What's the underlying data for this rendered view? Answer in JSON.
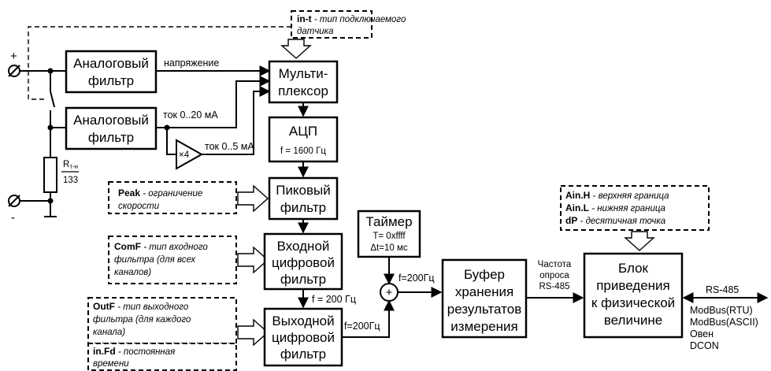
{
  "blocks": {
    "analog_filter_1": [
      "Аналоговый",
      "фильтр"
    ],
    "analog_filter_2": [
      "Аналоговый",
      "фильтр"
    ],
    "mux": [
      "Мульти-",
      "плексор"
    ],
    "adc": {
      "title": "АЦП",
      "freq": "f = 1600 Гц"
    },
    "peak_filter": [
      "Пиковый",
      "фильтр"
    ],
    "input_filter": [
      "Входной",
      "цифровой",
      "фильтр"
    ],
    "output_filter": [
      "Выходной",
      "цифровой",
      "фильтр"
    ],
    "timer": {
      "title": "Таймер",
      "t": "T= 0xffff",
      "dt": "Δt=10 мс"
    },
    "buffer": [
      "Буфер",
      "хранения",
      "результатов",
      "измерения"
    ],
    "scaling": [
      "Блок",
      "приведения",
      "к физической",
      "величине"
    ]
  },
  "params": {
    "int": {
      "code": "in-t",
      "desc1": " - тип подключаемого",
      "desc2": "датчика"
    },
    "peak": {
      "code": "Peak",
      "desc1": " - ограничение",
      "desc2": "скорости"
    },
    "comf": {
      "code": "ComF",
      "desc1": " - тип входного",
      "desc2": "фильтра (для всех",
      "desc3": "каналов)"
    },
    "outf": {
      "code": "OutF",
      "desc1": " - тип выходного",
      "desc2": "фильтра (для каждого",
      "desc3": "канала)"
    },
    "infd": {
      "code": "in.Fd",
      "desc1": " - постоянная",
      "desc2": "времени"
    },
    "ainh": {
      "code": "Ain.H",
      "desc": " - верхняя граница"
    },
    "ainl": {
      "code": "Ain.L",
      "desc": " - нижняя граница"
    },
    "dp": {
      "code": "dP",
      "desc": " - десятичная точка"
    }
  },
  "labels": {
    "voltage": "напряжение",
    "current_20": "ток 0..20 мА",
    "current_5": "ток 0..5 мА",
    "amp_gain": "×4",
    "f_200_a": "f = 200 Гц",
    "f_200_b": "f=200Гц",
    "f_200_c": "f=200Гц",
    "poll_rate": [
      "Частота",
      "опроса",
      "RS-485"
    ],
    "rs485": "RS-485",
    "protocols": [
      "ModBus(RTU)",
      "ModBus(ASCII)",
      "Овен",
      "DCON"
    ],
    "plus": "+",
    "minus": "-",
    "adder": "+",
    "resistor": {
      "name": "R",
      "sub": "т-н",
      "value": "133"
    }
  }
}
